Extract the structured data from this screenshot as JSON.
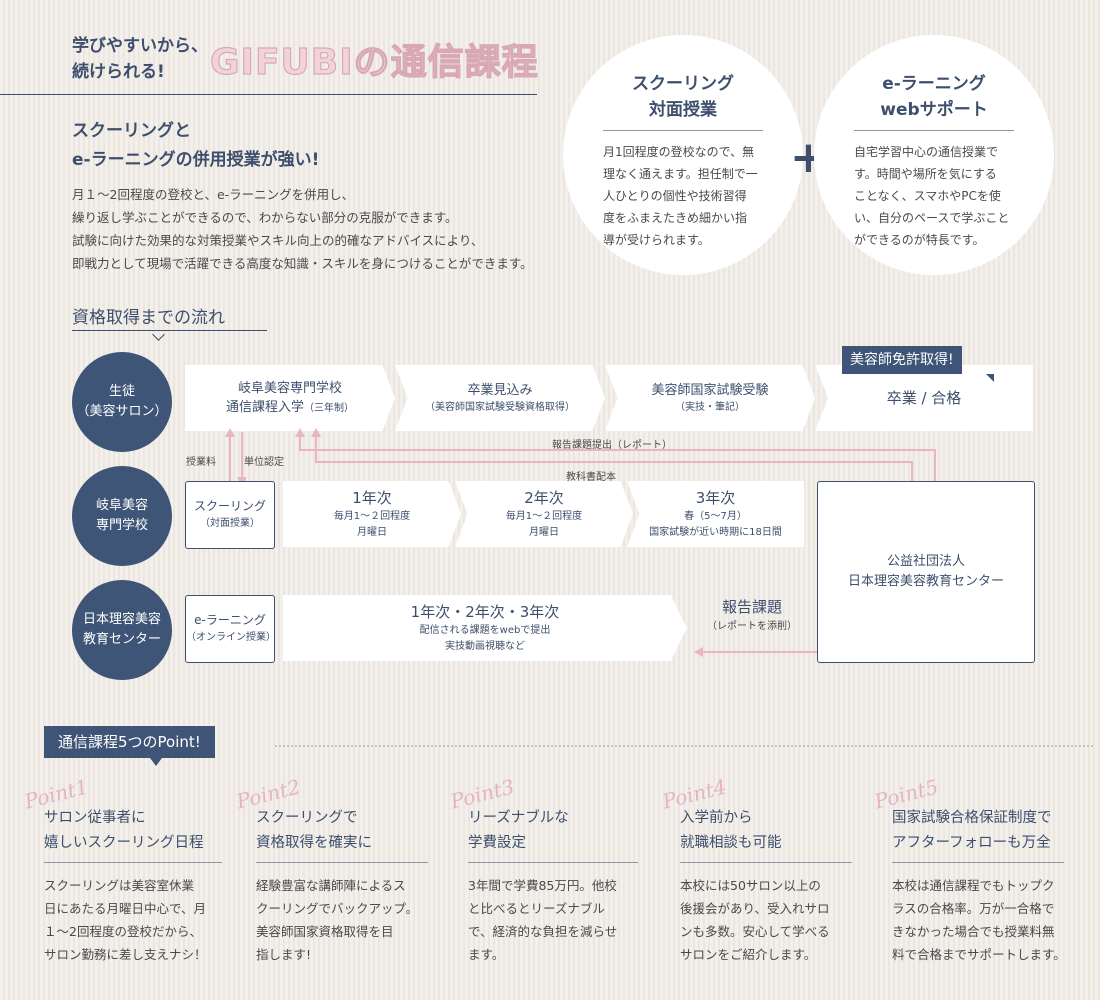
{
  "header": {
    "tagline": [
      "学びやすいから、",
      "続けられる!"
    ],
    "title": "GIFUBIの通信課程"
  },
  "intro": {
    "heading": [
      "スクーリングと",
      "e-ラーニングの併用授業が強い!"
    ],
    "body": [
      "月１〜2回程度の登校と、e-ラーニングを併用し、",
      "繰り返し学ぶことができるので、わからない部分の克服ができます。",
      "試験に向けた効果的な対策授業やスキル向上の的確なアドバイスにより、",
      "即戦力として現場で活躍できる高度な知識・スキルを身につけることができます。"
    ]
  },
  "circles": [
    {
      "title": [
        "スクーリング",
        "対面授業"
      ],
      "text": [
        "月1回程度の登校なので、無",
        "理なく通えます。担任制で一",
        "人ひとりの個性や技術習得",
        "度をふまえたきめ細かい指",
        "導が受けられます。"
      ]
    },
    {
      "title": [
        "e-ラーニング",
        "webサポート"
      ],
      "text": [
        "自宅学習中心の通信授業で",
        "す。時間や場所を気にする",
        "ことなく、スマホやPCを使",
        "い、自分のペースで学ぶこと",
        "ができるのが特長です。"
      ]
    }
  ],
  "plus": "+",
  "flow": {
    "title": "資格取得までの流れ",
    "nodes": [
      [
        "生徒",
        "（美容サロン）"
      ],
      [
        "岐阜美容",
        "専門学校"
      ],
      [
        "日本理容美容",
        "教育センター"
      ]
    ],
    "row1": [
      {
        "main": "岐阜美容専門学校",
        "main2": "通信課程入学",
        "sub": "（三年制）"
      },
      {
        "main": "卒業見込み",
        "sub": "（美容師国家試験受験資格取得）"
      },
      {
        "main": "美容師国家試験受験",
        "sub": "（実技・筆記）"
      },
      {
        "main": "卒業 / 合格"
      }
    ],
    "badge": "美容師免許取得!",
    "labels": {
      "fee": "授業料",
      "credit": "単位認定",
      "report_submit": "報告課題提出（レポート）",
      "textbook": "教科書配本"
    },
    "schooling": [
      "スクーリング",
      "（対面授業）"
    ],
    "years": [
      {
        "title": "1年次",
        "lines": [
          "毎月1〜２回程度",
          "月曜日"
        ]
      },
      {
        "title": "2年次",
        "lines": [
          "毎月1〜２回程度",
          "月曜日"
        ]
      },
      {
        "title": "3年次",
        "lines": [
          "春（5〜7月）",
          "国家試験が近い時期に18日間"
        ]
      }
    ],
    "center": [
      "公益社団法人",
      "日本理容美容教育センター"
    ],
    "elearning": [
      "e-ラーニング",
      "（オンライン授業）"
    ],
    "all_years": {
      "title": "1年次・2年次・3年次",
      "lines": [
        "配信される課題をwebで提出",
        "実技動画視聴など"
      ]
    },
    "report": {
      "title": "報告課題",
      "sub": "（レポートを添削）"
    }
  },
  "points": {
    "banner": "通信課程5つのPoint!",
    "items": [
      {
        "label": "Point1",
        "head": [
          "サロン従事者に",
          "嬉しいスクーリング日程"
        ],
        "body": [
          "スクーリングは美容室休業",
          "日にあたる月曜日中心で、月",
          "１〜2回程度の登校だから、",
          "サロン勤務に差し支えナシ！"
        ]
      },
      {
        "label": "Point2",
        "head": [
          "スクーリングで",
          "資格取得を確実に"
        ],
        "body": [
          "経験豊富な講師陣によるス",
          "クーリングでバックアップ。",
          "美容師国家資格取得を目",
          "指します!"
        ]
      },
      {
        "label": "Point3",
        "head": [
          "リーズナブルな",
          "学費設定"
        ],
        "body": [
          "3年間で学費85万円。他校",
          "と比べるとリーズナブル",
          "で、経済的な負担を減らせ",
          "ます。"
        ]
      },
      {
        "label": "Point4",
        "head": [
          "入学前から",
          "就職相談も可能"
        ],
        "body": [
          "本校には50サロン以上の",
          "後援会があり、受入れサロ",
          "ンも多数。安心して学べる",
          "サロンをご紹介します。"
        ]
      },
      {
        "label": "Point5",
        "head": [
          "国家試験合格保証制度で",
          "アフターフォローも万全"
        ],
        "body": [
          "本校は通信課程でもトップク",
          "ラスの合格率。万が一合格で",
          "きなかった場合でも授業料無",
          "料で合格までサポートします。"
        ]
      }
    ]
  }
}
